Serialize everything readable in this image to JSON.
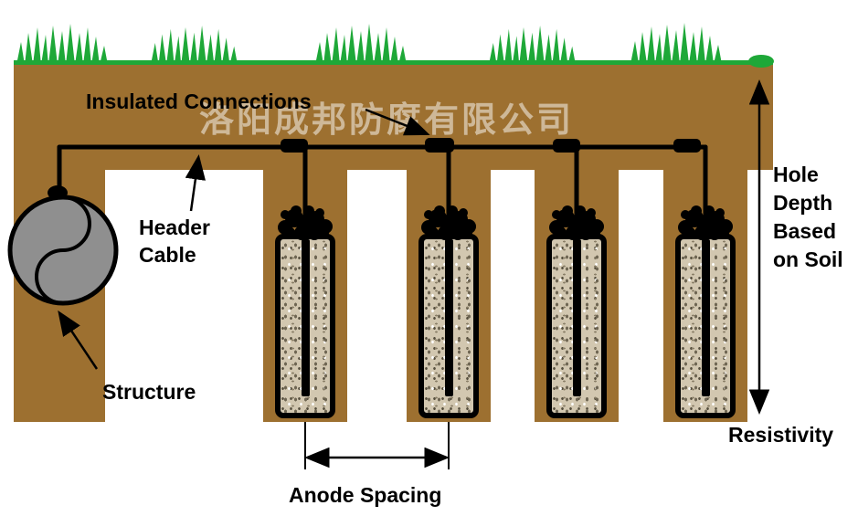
{
  "colors": {
    "soil": "#9d7030",
    "grass": "#1ea838",
    "anode_fill": "#d2c7b0",
    "structure_fill": "#8f8f8f",
    "line": "#000000",
    "watermark_color": "#ffffff"
  },
  "watermark": {
    "text": "洛阳成邦防腐有限公司"
  },
  "labels": {
    "insulated_connections": "Insulated Connections",
    "header_cable_line1": "Header",
    "header_cable_line2": "Cable",
    "structure": "Structure",
    "anode_spacing": "Anode Spacing",
    "hole_depth_line1": "Hole",
    "hole_depth_line2": "Depth",
    "hole_depth_line3": "Based",
    "hole_depth_line4": "on Soil",
    "resistivity": "Resistivity"
  },
  "diagram": {
    "anode_count": 4
  }
}
